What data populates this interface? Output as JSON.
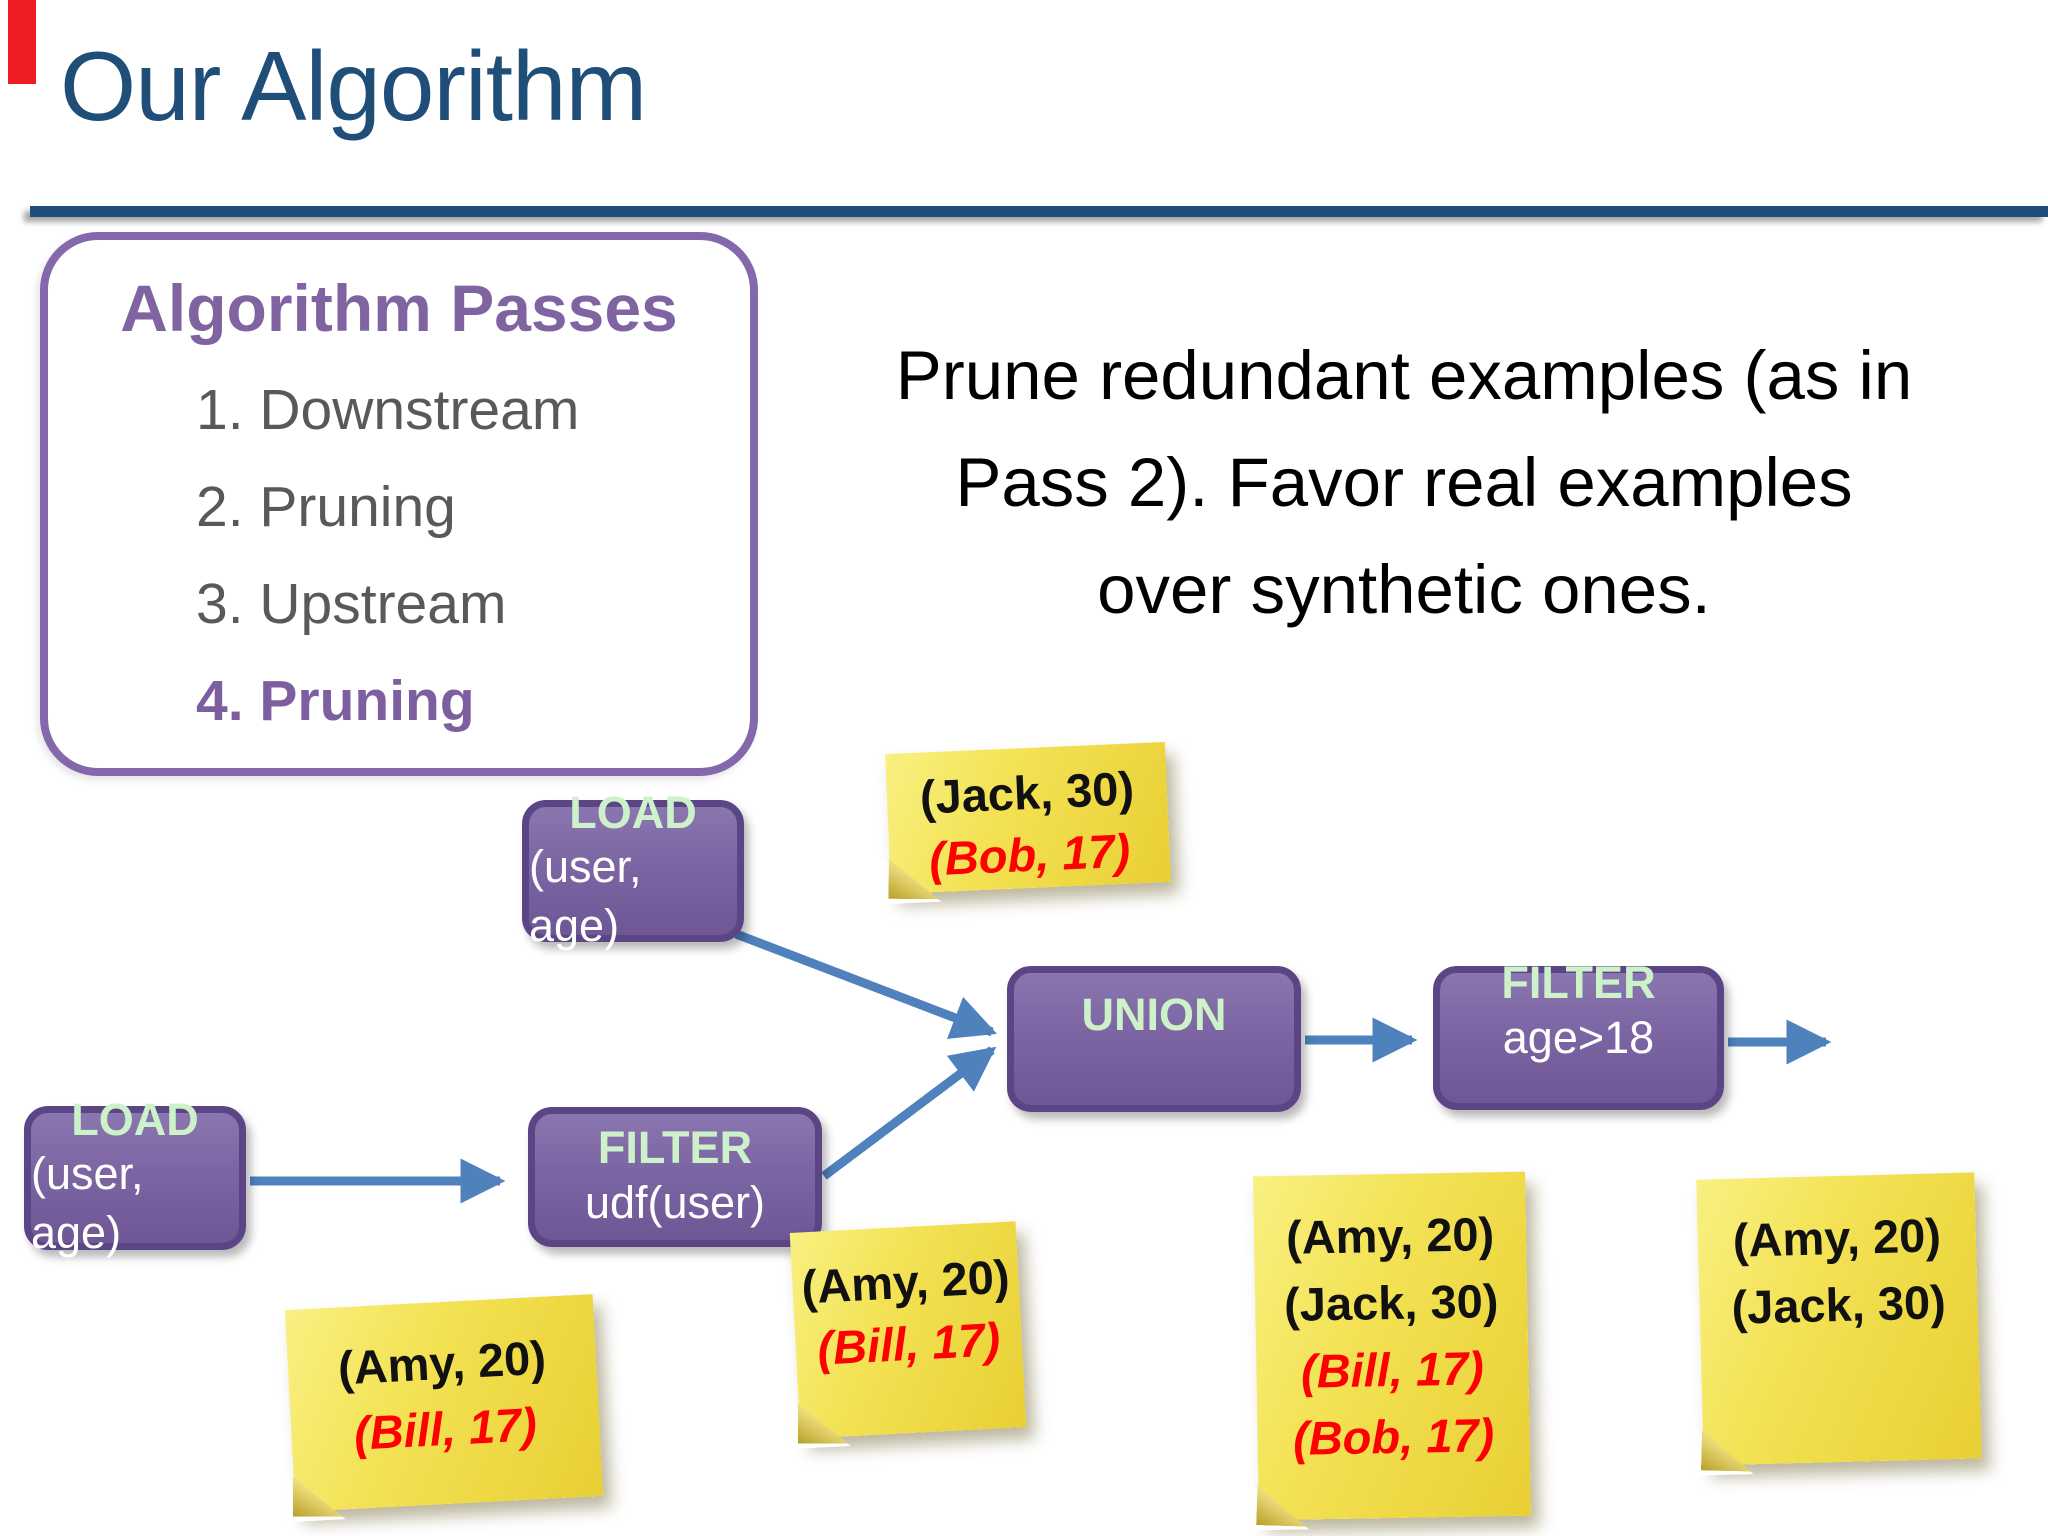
{
  "slide": {
    "title": "Our Algorithm"
  },
  "passes": {
    "heading": "Algorithm Passes",
    "items": [
      {
        "label": "1. Downstream",
        "highlight": false
      },
      {
        "label": "2. Pruning",
        "highlight": false
      },
      {
        "label": "3. Upstream",
        "highlight": false
      },
      {
        "label": "4. Pruning",
        "highlight": true
      }
    ]
  },
  "callout": {
    "line1": "Prune redundant examples (as in",
    "line2": "Pass 2). Favor real examples",
    "line3": "over synthetic ones."
  },
  "operators": {
    "load_top": {
      "title": "LOAD",
      "subtitle": "(user, age)"
    },
    "load_bottom": {
      "title": "LOAD",
      "subtitle": "(user, age)"
    },
    "filter_udf": {
      "title": "FILTER",
      "subtitle": "udf(user)"
    },
    "union": {
      "title": "UNION"
    },
    "filter_age": {
      "title": "FILTER",
      "subtitle": "age>18"
    }
  },
  "notes": {
    "load_top_note": {
      "line1": "(Jack, 30)",
      "line2": "(Bob, 17)"
    },
    "load_bottom_note": {
      "line1": "(Amy, 20)",
      "line2": "(Bill, 17)"
    },
    "filter_udf_note": {
      "line1": "(Amy, 20)",
      "line2": "(Bill, 17)"
    },
    "union_note": {
      "line1": "(Amy, 20)",
      "line2": "(Jack, 30)",
      "line3": "(Bill, 17)",
      "line4": "(Bob, 17)"
    },
    "output_note": {
      "line1": "(Amy, 20)",
      "line2": "(Jack, 30)"
    }
  },
  "colors": {
    "title_blue": "#1F4E79",
    "divider_blue": "#1F4E79",
    "heading_purple": "#8064A2",
    "list_gray": "#595959",
    "operator_fill": "#7C65A3",
    "operator_border": "#5B4584",
    "operator_label_green": "#CDF2C9",
    "arrow_blue": "#4F81BD",
    "note_yellow": "#F2DF4D",
    "synthetic_red": "#FE0000",
    "real_black": "#111111",
    "red_bar": "#EF1C24"
  }
}
